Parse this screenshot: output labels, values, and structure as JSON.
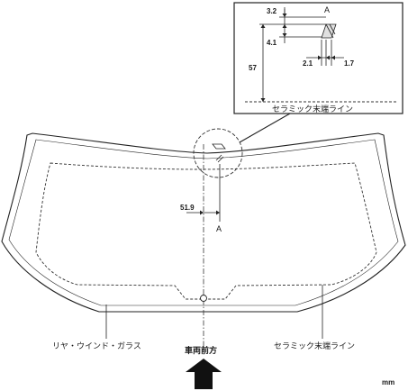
{
  "labels": {
    "rear_glass": "リヤ・ウインド・ガラス",
    "ceramic_line": "セラミック末端ライン",
    "ceramic_line_detail": "セラミック末端ライン",
    "vehicle_front": "車両前方",
    "unit": "mm",
    "section_mark": "A",
    "section_mark_detail": "A"
  },
  "dimensions": {
    "offset_from_center": "51.9",
    "detail_height": "57",
    "detail_top": "3.2",
    "detail_mid": "4.1",
    "detail_width_left": "2.1",
    "detail_width_right": "1.7"
  }
}
